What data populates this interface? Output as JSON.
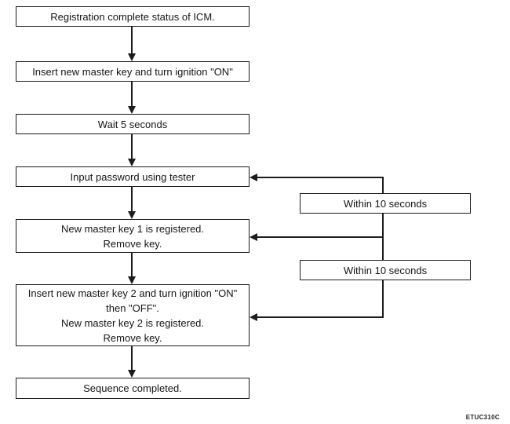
{
  "figure": {
    "reference_code": "ETUC310C"
  },
  "flowchart": {
    "steps": [
      {
        "lines": [
          "Registration complete status of ICM."
        ]
      },
      {
        "lines": [
          "Insert new master key and turn ignition \"ON\""
        ]
      },
      {
        "lines": [
          "Wait 5 seconds"
        ]
      },
      {
        "lines": [
          "Input password using tester"
        ]
      },
      {
        "lines": [
          "New master key 1 is registered.",
          "Remove key."
        ]
      },
      {
        "lines": [
          "Insert new master key 2 and turn ignition \"ON\"",
          "then \"OFF\".",
          "New master key 2 is registered.",
          "Remove key."
        ]
      },
      {
        "lines": [
          "Sequence completed."
        ]
      }
    ],
    "timing_labels": [
      {
        "label": "Within 10 seconds"
      },
      {
        "label": "Within 10 seconds"
      }
    ]
  },
  "colors": {
    "line": "#1c1c1c",
    "background": "#ffffff",
    "text": "#151515"
  }
}
